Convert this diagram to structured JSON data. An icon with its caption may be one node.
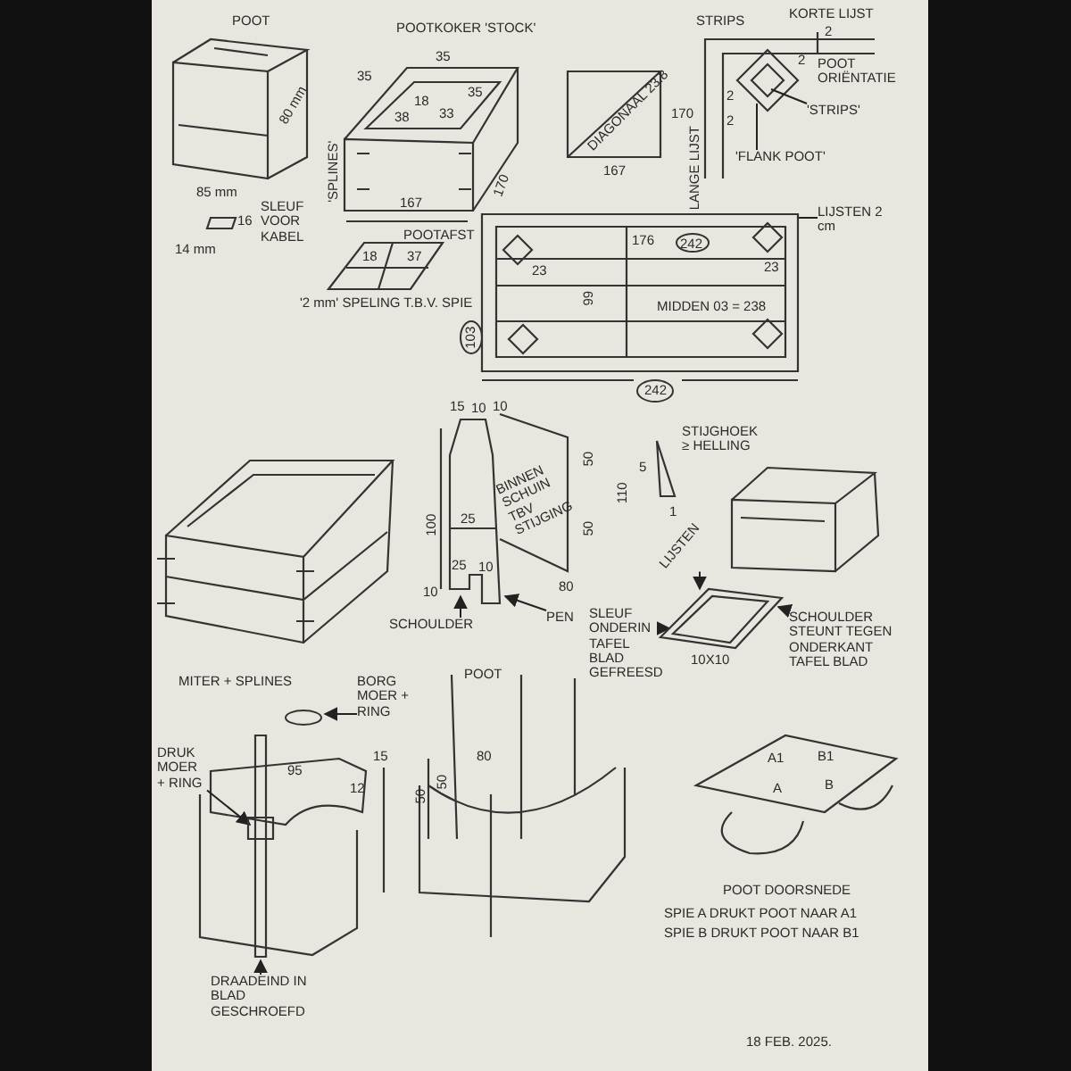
{
  "diagram": {
    "nodes": [
      {
        "text": [
          "'STRIPS'"
        ]
      },
      {
        "text": [
          "'FLANK POOT'"
        ]
      },
      {
        "text": [
          "SCHOULDER"
        ]
      },
      {
        "text": [
          "PEN"
        ]
      },
      {
        "text": [
          "LIJSTEN"
        ]
      },
      {
        "text": [
          "SLEUF ONDERIN TAFEL BLAD GEFREESD"
        ]
      },
      {
        "text": [
          "SCHOULDER STEUNT TEGEN ONDERKANT TAFEL BLAD"
        ]
      },
      {
        "text": [
          "BORG MOER + RING"
        ]
      },
      {
        "text": [
          "DRAADEIND IN BLAD GESCHROEFD"
        ]
      },
      {
        "text": [
          "DRUK MOER + RING"
        ]
      },
      {
        "text": [
          "LIJSTEN 2 cm"
        ]
      },
      {
        "text": [],
        "shape": "picture",
        "beside": [
          "10X10"
        ]
      },
      {
        "text": [],
        "shape": "picture"
      },
      {
        "text": [],
        "shape": "picture"
      },
      {
        "text": [],
        "shape": "picture"
      }
    ],
    "edges": [
      {
        "from": 0,
        "to": null,
        "arrow": "none"
      },
      {
        "from": 1,
        "to": null,
        "arrow": "none"
      },
      {
        "from": 2,
        "to": 13,
        "arrow": "to"
      },
      {
        "from": 3,
        "to": 13,
        "arrow": "to"
      },
      {
        "from": 4,
        "to": 11,
        "arrow": "to"
      },
      {
        "from": 5,
        "to": 11,
        "arrow": "to"
      },
      {
        "from": 6,
        "to": 11,
        "arrow": "to"
      },
      {
        "from": 7,
        "to": null,
        "arrow": "to"
      },
      {
        "from": 8,
        "to": 12,
        "arrow": "to"
      },
      {
        "from": 9,
        "to": 12,
        "arrow": "to"
      },
      {
        "from": 10,
        "to": 14,
        "arrow": "none"
      }
    ],
    "labels": [
      "POOT",
      "80 mm",
      "85 mm",
      "14 mm",
      "16",
      "SLEUF VOOR KABEL",
      "POOTKOKER 'STOCK'",
      "35",
      "35",
      "18",
      "33",
      "35",
      "38",
      "'SPLINES'",
      "167",
      "170",
      "18",
      "37",
      "'2 mm' SPELING T.B.V. SPIE",
      "DIAGONAAL 23.8",
      "170",
      "167",
      "KORTE LIJST",
      "2",
      "2",
      "2",
      "2",
      "POOT ORIËNTATIE",
      "LANGE LIJST",
      "STRIPS",
      "POOTAFST",
      "176",
      "242",
      "23",
      "23",
      "99",
      "MIDDEN 03 = 238",
      "103",
      "242",
      "MITER + SPLINES",
      "15",
      "10",
      "10",
      "100",
      "25",
      "25",
      "10",
      "10",
      "BINNEN SCHUIN TBV STIJGING",
      "50",
      "50",
      "110",
      "80",
      "STIJGHOEK ≥ HELLING",
      "5",
      "1",
      "95",
      "15",
      "50",
      "50",
      "12",
      "POOT",
      "80",
      "A1",
      "B1",
      "A",
      "B",
      "POOT DOORSNEDE",
      "SPIE A DRUKT POOT NAAR A1",
      "SPIE B DRUKT POOT NAAR B1",
      "18 FEB. 2025."
    ]
  }
}
